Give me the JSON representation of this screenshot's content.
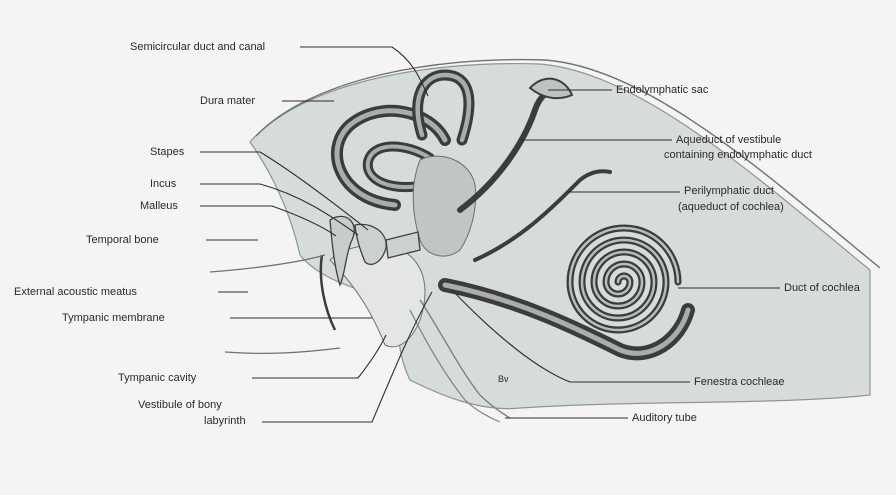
{
  "labels": {
    "semicircular": "Semicircular duct and canal",
    "dura": "Dura mater",
    "stapes": "Stapes",
    "incus": "Incus",
    "malleus": "Malleus",
    "temporal": "Temporal bone",
    "external": "External acoustic meatus",
    "tympanic_membrane": "Tympanic membrane",
    "tympanic_cavity": "Tympanic cavity",
    "vestibule_1": "Vestibule of bony",
    "vestibule_2": "labyrinth",
    "endolymphatic_sac": "Endolymphatic sac",
    "aqueduct_1": "Aqueduct of vestibule",
    "aqueduct_2": "containing endolymphatic duct",
    "perilymphatic_1": "Perilymphatic duct",
    "perilymphatic_2": "(aqueduct of cochlea)",
    "duct_cochlea": "Duct of cochlea",
    "fenestra": "Fenestra cochleae",
    "auditory": "Auditory tube",
    "bv": "Bv"
  },
  "colors": {
    "background": "#f4f4f2",
    "bone": "#d6dcd8",
    "membrane": "#3c3c3c",
    "lumen": "#a9aeaa"
  }
}
